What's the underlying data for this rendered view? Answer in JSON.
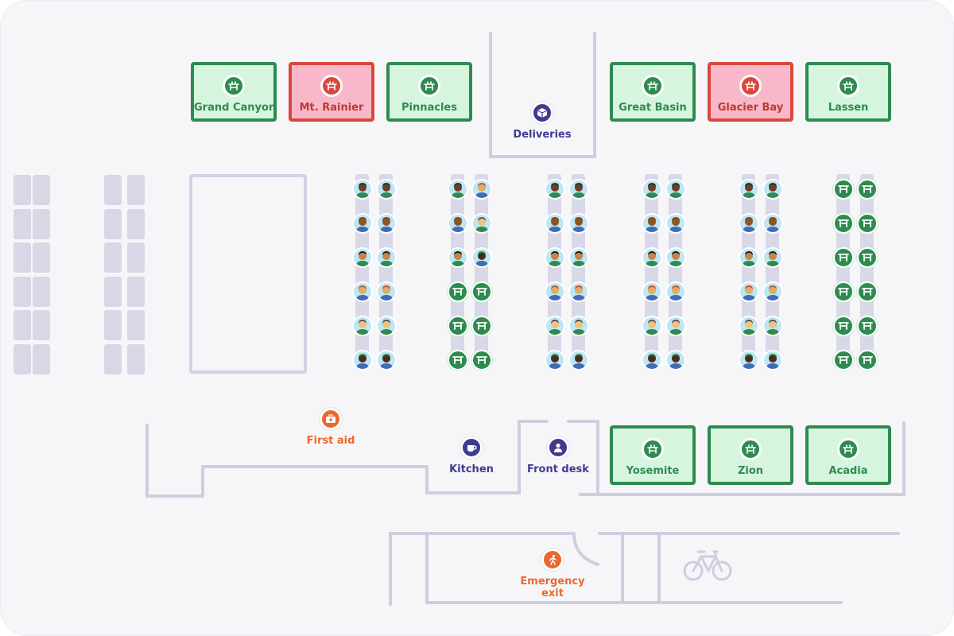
{
  "colors": {
    "background": "#f6f6f9",
    "wall": "#cfcde0",
    "available_border": "#2e8b4f",
    "available_fill": "#d6f5de",
    "occupied_border": "#d9473c",
    "occupied_fill": "#f9b8c9",
    "poi_blue": "#3f3c8f",
    "poi_orange": "#e9692c",
    "desk_free": "#2e8b4f"
  },
  "rooms_top": [
    {
      "name": "Grand Canyon",
      "status": "available",
      "icon": "meeting-table-icon"
    },
    {
      "name": "Mt. Rainier",
      "status": "occupied",
      "icon": "meeting-table-icon"
    },
    {
      "name": "Pinnacles",
      "status": "available",
      "icon": "meeting-table-icon"
    },
    {
      "name": "Great Basin",
      "status": "available",
      "icon": "meeting-table-icon"
    },
    {
      "name": "Glacier Bay",
      "status": "occupied",
      "icon": "meeting-table-icon"
    },
    {
      "name": "Lassen",
      "status": "available",
      "icon": "meeting-table-icon"
    }
  ],
  "rooms_bottom": [
    {
      "name": "Yosemite",
      "status": "available",
      "icon": "meeting-table-icon"
    },
    {
      "name": "Zion",
      "status": "available",
      "icon": "meeting-table-icon"
    },
    {
      "name": "Acadia",
      "status": "available",
      "icon": "meeting-table-icon"
    }
  ],
  "points": {
    "deliveries": {
      "label": "Deliveries",
      "icon": "package-icon"
    },
    "first_aid": {
      "label": "First aid",
      "icon": "first-aid-kit-icon"
    },
    "kitchen": {
      "label": "Kitchen",
      "icon": "coffee-cup-icon"
    },
    "front_desk": {
      "label": "Front desk",
      "icon": "person-icon"
    },
    "emergency_exit": {
      "label": "Emergency exit",
      "icon": "running-person-icon"
    }
  },
  "bike_parking": {
    "icon": "bicycle-icon"
  },
  "desk_columns": [
    {
      "left": [
        "taken",
        "taken",
        "taken",
        "taken",
        "taken",
        "taken"
      ],
      "right": [
        "taken",
        "taken",
        "taken",
        "taken",
        "taken",
        "taken"
      ]
    },
    {
      "left": [
        "taken",
        "taken",
        "taken",
        "free",
        "free",
        "free"
      ],
      "right": [
        "taken",
        "taken",
        "taken",
        "free",
        "free",
        "free"
      ]
    },
    {
      "left": [
        "taken",
        "taken",
        "taken",
        "taken",
        "taken",
        "taken"
      ],
      "right": [
        "taken",
        "taken",
        "taken",
        "taken",
        "taken",
        "taken"
      ]
    },
    {
      "left": [
        "taken",
        "taken",
        "taken",
        "taken",
        "taken",
        "taken"
      ],
      "right": [
        "taken",
        "taken",
        "taken",
        "taken",
        "taken",
        "taken"
      ]
    },
    {
      "left": [
        "taken",
        "taken",
        "taken",
        "taken",
        "taken",
        "taken"
      ],
      "right": [
        "taken",
        "taken",
        "taken",
        "taken",
        "taken",
        "taken"
      ]
    },
    {
      "left": [
        "free",
        "free",
        "free",
        "free",
        "free",
        "free"
      ],
      "right": [
        "free",
        "free",
        "free",
        "free",
        "free",
        "free"
      ]
    }
  ]
}
